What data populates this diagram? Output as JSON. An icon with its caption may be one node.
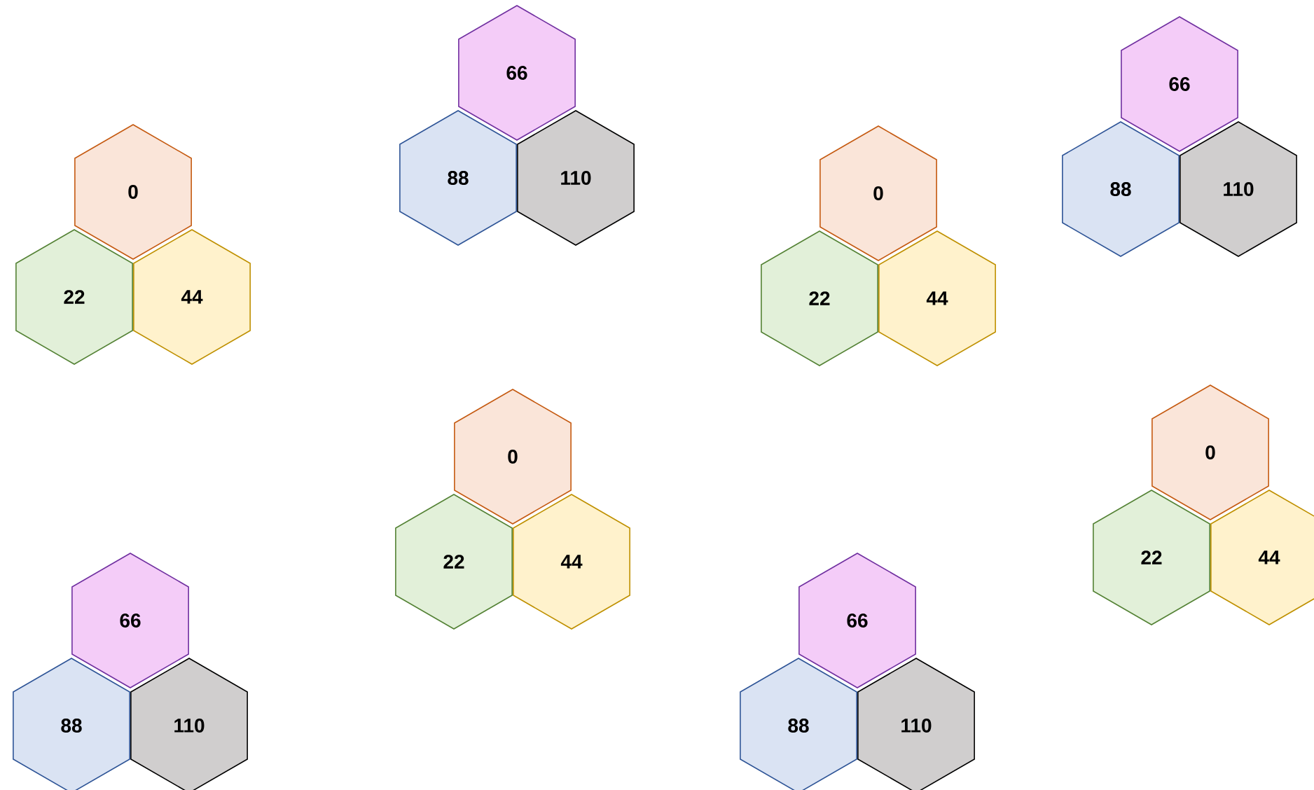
{
  "diagram": {
    "nodes": [
      {
        "text": [
          "66"
        ]
      },
      {
        "text": [
          "88"
        ]
      },
      {
        "text": [
          "110"
        ]
      },
      {
        "text": [
          "66"
        ]
      },
      {
        "text": [
          "88"
        ]
      },
      {
        "text": [
          "110"
        ]
      },
      {
        "text": [
          "0"
        ]
      },
      {
        "text": [
          "22"
        ]
      },
      {
        "text": [
          "44"
        ]
      },
      {
        "text": [
          "0"
        ]
      },
      {
        "text": [
          "22"
        ]
      },
      {
        "text": [
          "44"
        ]
      },
      {
        "text": [
          "0"
        ]
      },
      {
        "text": [
          "22"
        ]
      },
      {
        "text": [
          "44"
        ]
      },
      {
        "text": [
          "0"
        ]
      },
      {
        "text": [
          "22"
        ]
      },
      {
        "text": [
          "44"
        ]
      },
      {
        "text": [
          "66"
        ]
      },
      {
        "text": [
          "88"
        ]
      },
      {
        "text": [
          "110"
        ]
      },
      {
        "text": [
          "66"
        ]
      },
      {
        "text": [
          "88"
        ]
      },
      {
        "text": [
          "110"
        ]
      }
    ]
  }
}
